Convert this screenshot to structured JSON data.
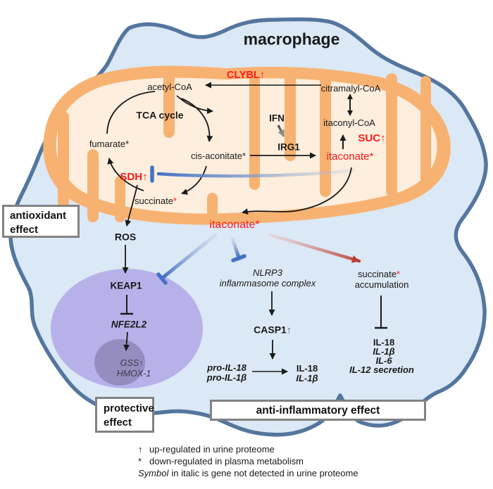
{
  "title": "macrophage",
  "nodes": {
    "acetyl_coa": {
      "text": "acetyl-CoA"
    },
    "tca_cycle": {
      "text": "TCA cycle"
    },
    "fumarate": {
      "text": "fumarate*"
    },
    "cis_aconitate": {
      "text": "cis-aconitate*"
    },
    "clybl": {
      "text": "CLYBL↑"
    },
    "citramalyl_coa": {
      "text": "citramalyl-CoA"
    },
    "itaconyl_coa": {
      "text": "itaconyl-CoA"
    },
    "suc": {
      "text": "SUC↑"
    },
    "ifn": {
      "text": "IFN"
    },
    "irg1": {
      "text": "IRG1"
    },
    "itaconate_mito": {
      "text": "itaconate*"
    },
    "sdh": {
      "text": "SDH↑"
    },
    "succinate_mito": {
      "text": "succinate",
      "mark": "*"
    },
    "ros": {
      "text": "ROS"
    },
    "itaconate_cytosol": {
      "text": "itaconate*"
    },
    "keap1": {
      "text": "KEAP1"
    },
    "nfe2l2": {
      "text": "NFE2L2"
    },
    "gss": {
      "text": "GSS↑"
    },
    "hmox1": {
      "text": "HMOX-1"
    },
    "nlrp3_line1": {
      "text": "NLRP3"
    },
    "nlrp3_line2": {
      "text": "inflammasome complex"
    },
    "succinate_acc_line1": {
      "text": "succinate",
      "mark": "*"
    },
    "succinate_acc_line2": {
      "text": "accumulation"
    },
    "casp1": {
      "text": "CASP1",
      "mark": "↑"
    },
    "pro_il18": {
      "text": "pro-IL-18"
    },
    "pro_il1b": {
      "text": "pro-IL-1β"
    },
    "il18_center": {
      "text": "IL-18"
    },
    "il1b_center": {
      "text": "IL-1β"
    },
    "il18_right": {
      "text": "IL-18"
    },
    "il1b_right": {
      "text": "IL-1β"
    },
    "il6_right": {
      "text": "IL-6"
    },
    "il12_right": {
      "text": "IL-12 secretion"
    }
  },
  "boxes": {
    "antioxidant": "antioxidant effect",
    "protective": "protective effect",
    "anti_inflammatory": "anti-inflammatory effect"
  },
  "legend": {
    "up_symbol": "↑",
    "up_text": "up-regulated in urine proteome",
    "down_symbol": "*",
    "down_text": "down-regulated in plasma metabolism",
    "italic_symbol": "Symbol",
    "italic_text": "in italic is gene not detected in urine proteome"
  },
  "colors": {
    "red_label": "#fe1a1a",
    "cell_fill": "#dbe8f5",
    "cell_stroke": "#54769e",
    "mito_outer": "#f7b272",
    "mito_inner": "#fdeedd",
    "nucleus_fill": "#b7b1e9",
    "nucleolus_fill": "#958dbf",
    "inhibit_blue": "#4472c4",
    "promote_red": "#b93a32",
    "box_border": "#828282"
  }
}
